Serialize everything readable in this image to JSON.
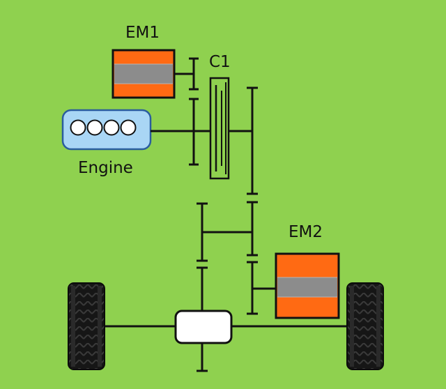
{
  "labels": {
    "em1": "EM1",
    "c1": "C1",
    "engine": "Engine",
    "em2": "EM2"
  },
  "colors": {
    "background": "#8fd14f",
    "motor_outer": "#ff6a13",
    "motor_core": "#8c8c8c",
    "engine_fill": "#a9d6f5",
    "engine_stroke": "#2a5d9e",
    "shaft": "#111111",
    "differential_fill": "#ffffff"
  },
  "components": {
    "em1_icon": "electric-motor",
    "em2_icon": "electric-motor",
    "engine_icon": "four-cylinder-engine",
    "c1_icon": "clutch",
    "differential_icon": "differential",
    "wheel_icon": "tire"
  }
}
